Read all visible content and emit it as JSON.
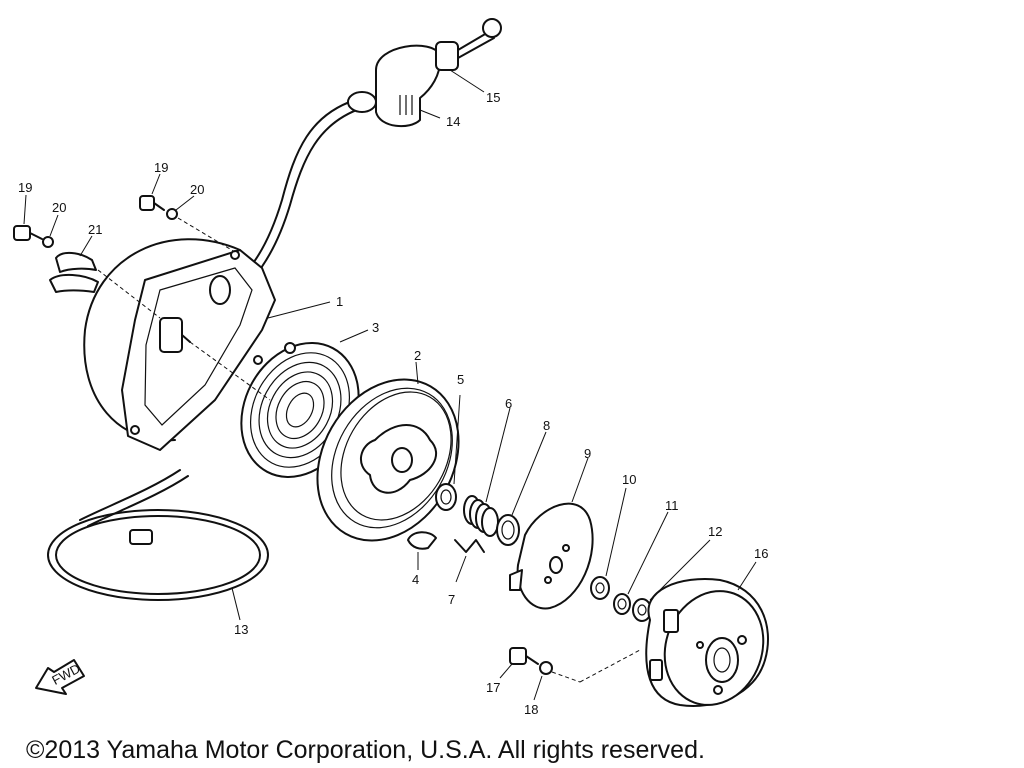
{
  "diagram": {
    "part_numbers": {
      "p1": "1",
      "p2": "2",
      "p3": "3",
      "p4": "4",
      "p5": "5",
      "p6": "6",
      "p7": "7",
      "p8": "8",
      "p9": "9",
      "p10": "10",
      "p11": "11",
      "p12": "12",
      "p13": "13",
      "p14": "14",
      "p15": "15",
      "p16": "16",
      "p17": "17",
      "p18": "18",
      "p19a": "19",
      "p19b": "19",
      "p20a": "20",
      "p20b": "20",
      "p21": "21"
    },
    "fwd_label": "FWD"
  },
  "footer": {
    "copyright": "©2013 Yamaha Motor Corporation, U.S.A. All rights reserved."
  }
}
